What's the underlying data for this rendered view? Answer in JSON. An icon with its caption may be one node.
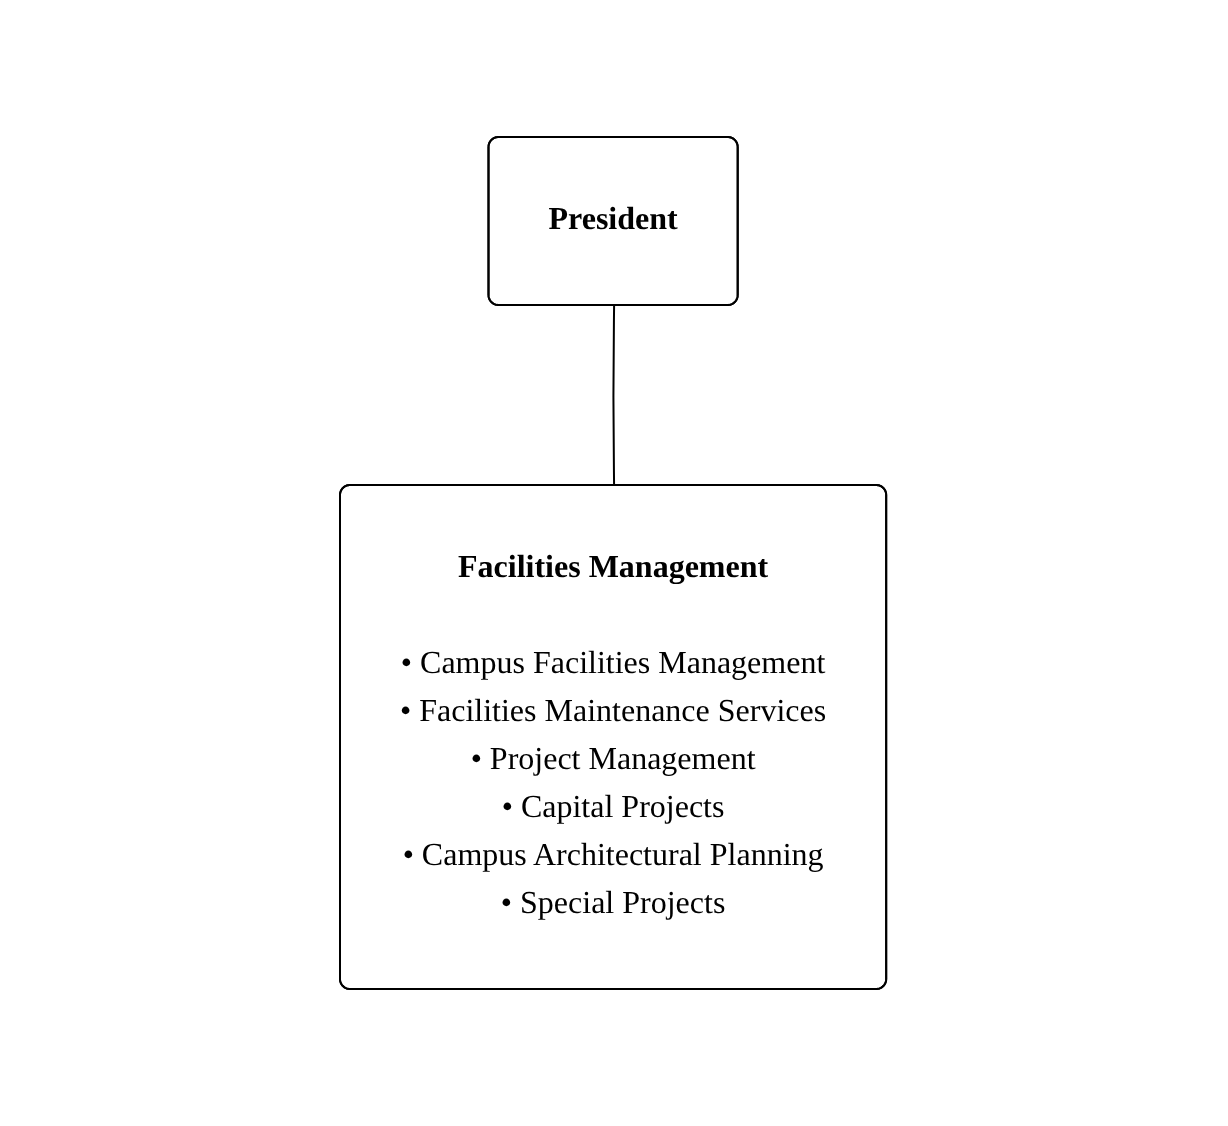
{
  "diagram": {
    "nodes": [
      {
        "text": [
          "President"
        ]
      },
      {
        "text": [
          "Facilities Management",
          "• Campus Facilities Management",
          "• Facilities Maintenance Services",
          "• Project Management",
          "• Capital Projects",
          "• Campus Architectural Planning",
          "• Special Projects"
        ]
      }
    ],
    "edges": [
      {
        "from": 0,
        "to": 1,
        "arrow": "none"
      }
    ]
  }
}
